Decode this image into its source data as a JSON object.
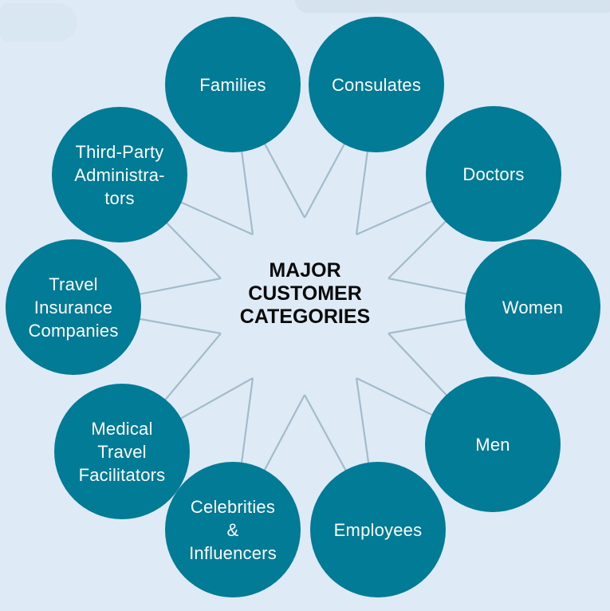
{
  "diagram": {
    "title": "MAJOR\nCUSTOMER\nCATEGORIES",
    "colors": {
      "background": "#deeaf5",
      "node": "#027b96",
      "node_text": "#ffffff",
      "connector": "#a3bccb",
      "title": "#0a0a0a"
    },
    "nodes": [
      {
        "label": "Families"
      },
      {
        "label": "Consulates"
      },
      {
        "label": "Doctors"
      },
      {
        "label": "Women"
      },
      {
        "label": "Men"
      },
      {
        "label": "Employees"
      },
      {
        "label": "Celebrities\n&\nInfluencers"
      },
      {
        "label": "Medical\nTravel\nFacilitators"
      },
      {
        "label": "Travel\nInsurance\nCompanies"
      },
      {
        "label": "Third-Party\nAdministra-\ntors"
      }
    ]
  }
}
